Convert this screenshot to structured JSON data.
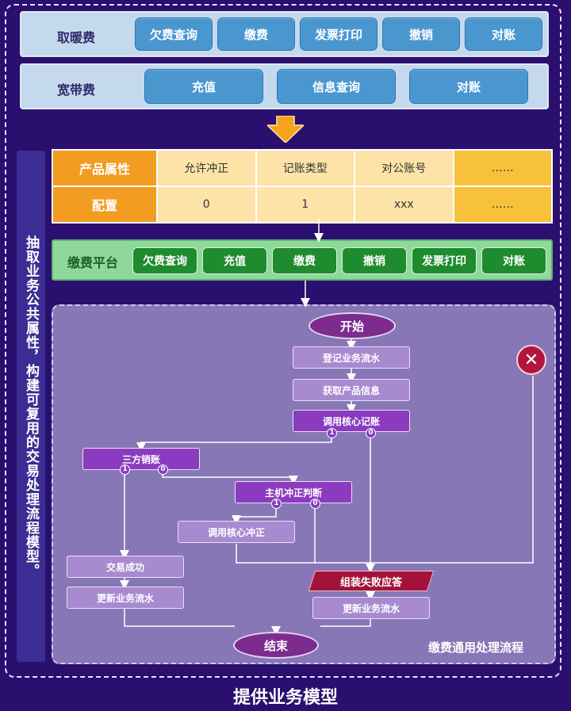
{
  "heating": {
    "label": "取暖费",
    "buttons": [
      "欠费查询",
      "缴费",
      "发票打印",
      "撤销",
      "对账"
    ]
  },
  "broadband": {
    "label": "宽带费",
    "buttons": [
      "充值",
      "信息查询",
      "对账"
    ]
  },
  "side_label": "抽取业务公共属性，构建可复用的交易处理流程模型。",
  "properties": {
    "header_label": "产品属性",
    "config_label": "配置",
    "columns": [
      "允许冲正",
      "记账类型",
      "对公账号",
      "……"
    ],
    "values": [
      "0",
      "1",
      "xxx",
      "……"
    ]
  },
  "platform": {
    "label": "缴费平台",
    "buttons": [
      "欠费查询",
      "充值",
      "缴费",
      "撤销",
      "发票打印",
      "对账"
    ]
  },
  "flow": {
    "start": "开始",
    "step_register": "登记业务流水",
    "step_get_info": "获取产品信息",
    "step_core_account": "调用核心记账",
    "step_third_party_cancel": "三方销账",
    "step_host_reverse_check": "主机冲正判断",
    "step_core_reverse": "调用核心冲正",
    "step_success": "交易成功",
    "step_update_left": "更新业务流水",
    "step_fail_response": "组装失败应答",
    "step_update_right": "更新业务流水",
    "end": "结束",
    "port_one": "1",
    "port_zero": "0",
    "title": "缴费通用处理流程"
  },
  "footer": "提供业务模型",
  "colors": {
    "background": "#2a0f6e",
    "blue_button": "#4a97d0",
    "orange_header": "#f39c22",
    "green_button": "#1e8b2e",
    "flow_panel": "#8777b6",
    "fail_red": "#a3123a"
  }
}
